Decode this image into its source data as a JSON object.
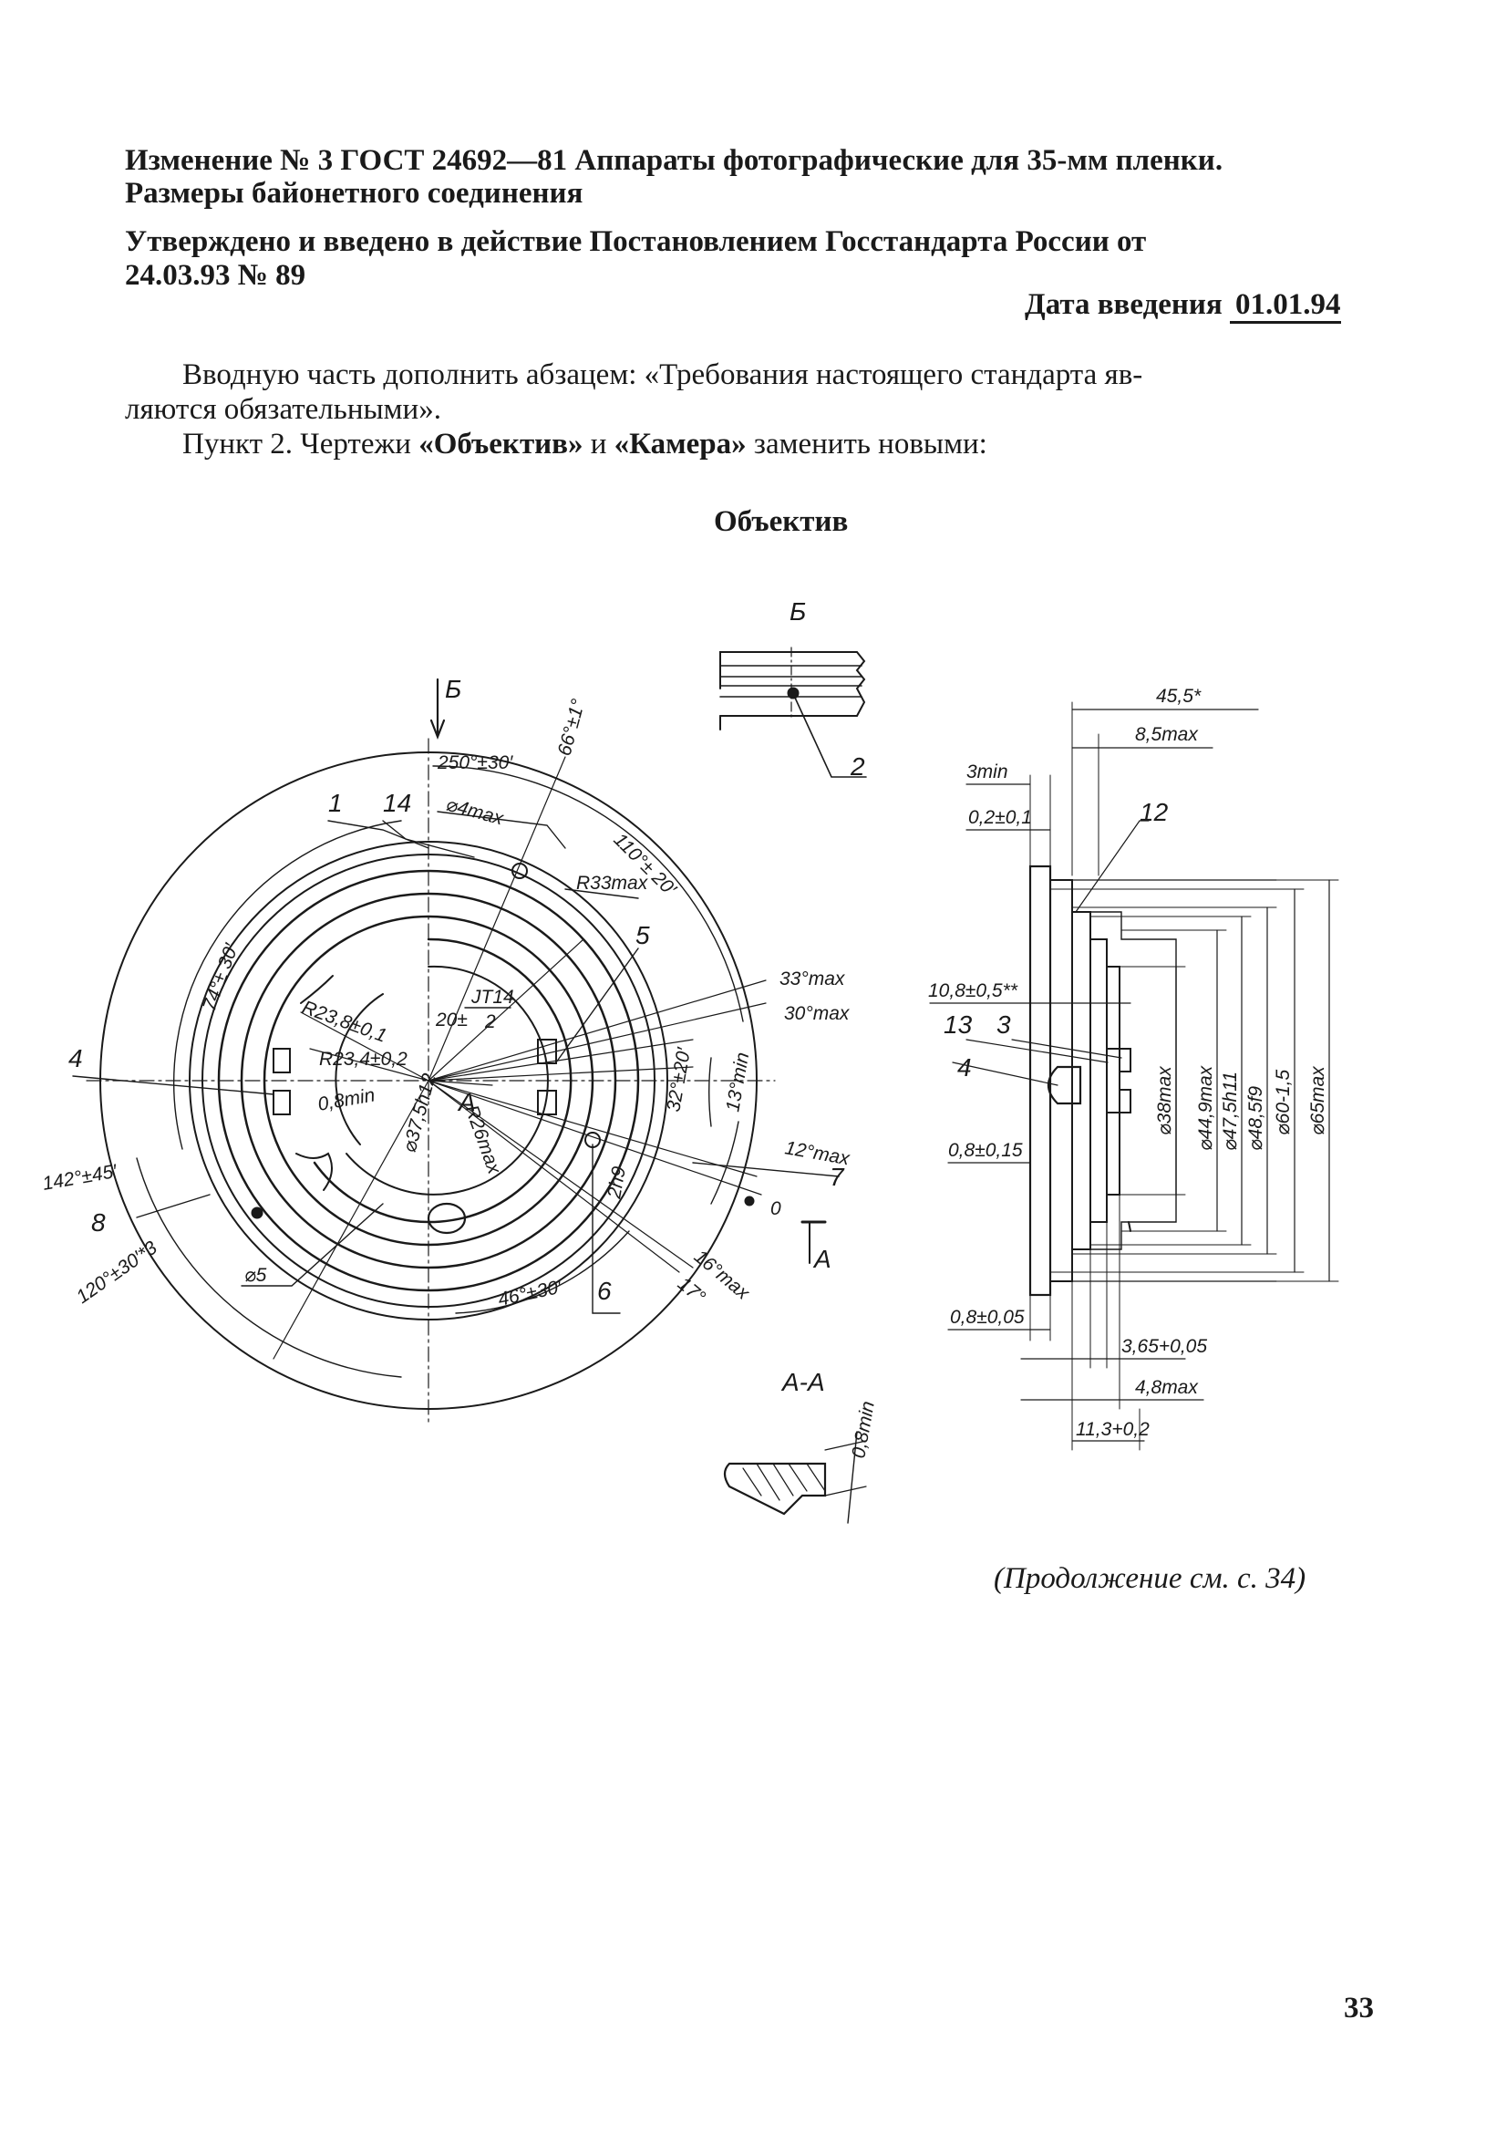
{
  "header": {
    "line1": "Изменение № 3 ГОСТ 24692—81 Аппараты фотографические для 35-мм пленки.",
    "line2": "Размеры байонетного соединения",
    "approved_line1": "Утверждено и введено в действие Постановлением Госстандарта России от",
    "approved_line2": "24.03.93 № 89",
    "date_label": "Дата введения",
    "date_value": "01.01.94"
  },
  "body": {
    "p1_line1": "Вводную часть дополнить абзацем: «Требования настоящего стандарта яв-",
    "p1_line2": "ляются обязательными».",
    "p2_prefix": "Пункт 2. Чертежи ",
    "p2_b1": "«Объектив»",
    "p2_mid": " и ",
    "p2_b2": "«Камера»",
    "p2_suffix": " заменить новыми:"
  },
  "figure": {
    "title": "Объектив",
    "view_b": "Б",
    "front": {
      "arrow_b": "Б",
      "d250": "250°±30′",
      "d66": "66°±1°",
      "n1": "1",
      "n14": "14",
      "d4max": "⌀4max",
      "d110": "110°± 20′",
      "r33": "R33max",
      "n5": "5",
      "d33max": "33°max",
      "d30max": "30°max",
      "d74": "74°± 30′",
      "r238": "R23,8±0,1",
      "r234": "R23,4±0,2",
      "jt14": "JT14",
      "jt14_den": "2",
      "d20": "20±",
      "n4": "4",
      "d08min": "0,8min",
      "d375": "⌀37,5h12",
      "r26": "R26max",
      "sec_a": "А",
      "d32": "32°±20′",
      "d13": "13°min",
      "d12": "12°max",
      "n7": "7",
      "d142": "142°±45′",
      "n8": "8",
      "d120": "120°±30′*3",
      "d2h9": "2h9",
      "d05": "0",
      "sec_a2": "А",
      "d16": "16°max",
      "d17": "17°",
      "d46": "46°±30′",
      "n6": "6",
      "d5": "⌀5"
    },
    "detail": {
      "n2": "2"
    },
    "section": {
      "title": "А-А",
      "d08min": "0,8min"
    },
    "side": {
      "d455": "45,5*",
      "d85": "8,5max",
      "d3min": "3min",
      "d02": "0,2±0,1",
      "n12": "12",
      "d108": "10,8±0,5**",
      "n13": "13",
      "n3": "3",
      "n4": "4",
      "d0815": "0,8±0,15",
      "d38": "⌀38max",
      "d449": "⌀44,9max",
      "d475": "⌀47,5h11",
      "d485": "⌀48,5f9",
      "d60": "⌀60-1,5",
      "d65": "⌀65max",
      "d0805": "0,8±0,05",
      "d365": "3,65+0,05",
      "d48": "4,8max",
      "d113": "11,3+0,2"
    }
  },
  "footer": {
    "continuation": "(Продолжение см. с. 34)",
    "page_number": "33"
  }
}
